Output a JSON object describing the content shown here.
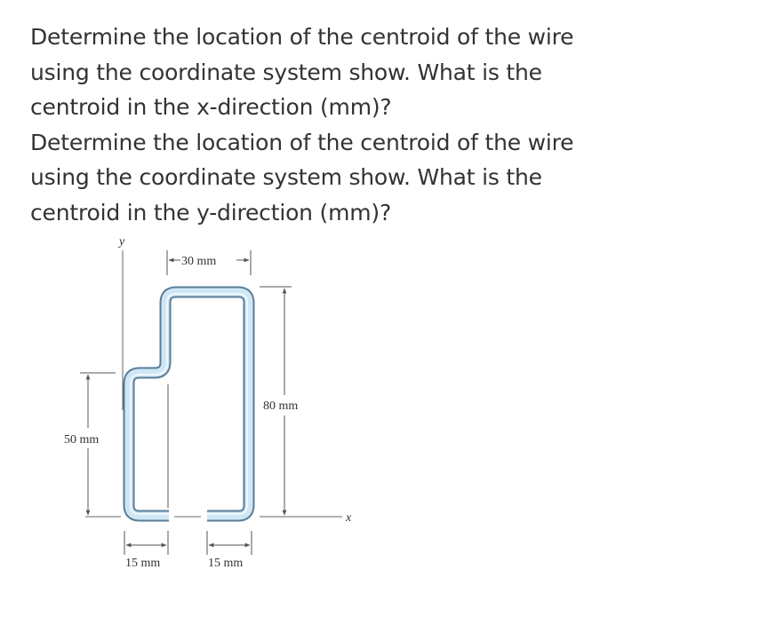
{
  "questions": [
    {
      "line1": "Determine the location of the centroid of the wire",
      "line2": "using the coordinate system show.  What is the",
      "line3": "centroid in the x-direction (mm)?"
    },
    {
      "line1": "Determine the location of the centroid of the wire",
      "line2": "using the coordinate system show.  What is the",
      "line3": "centroid in the y-direction (mm)?"
    }
  ],
  "figure": {
    "axis_y_label": "y",
    "axis_x_label": "x",
    "dim_top_width": "30 mm",
    "dim_right_height": "80 mm",
    "dim_left_height": "50 mm",
    "dim_bottom_left": "15 mm",
    "dim_bottom_right": "15 mm",
    "colors": {
      "wire_fill": "#cfe6f5",
      "wire_edge": "#5a7d98",
      "dimension_line": "#555555"
    }
  }
}
